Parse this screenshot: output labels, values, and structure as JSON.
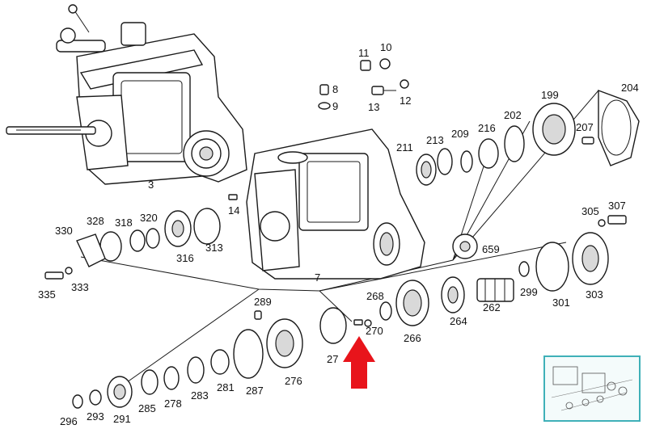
{
  "labels": {
    "p3": "3",
    "p7": "7",
    "p8": "8",
    "p9": "9",
    "p10": "10",
    "p11": "11",
    "p12": "12",
    "p13": "13",
    "p14": "14",
    "p199": "199",
    "p202": "202",
    "p204": "204",
    "p207": "207",
    "p209": "209",
    "p211": "211",
    "p213": "213",
    "p216": "216",
    "p262": "262",
    "p264": "264",
    "p266": "266",
    "p268": "268",
    "p270": "270",
    "p27x": "27",
    "p276": "276",
    "p278": "278",
    "p281": "281",
    "p283": "283",
    "p285": "285",
    "p287": "287",
    "p289": "289",
    "p291": "291",
    "p293": "293",
    "p296": "296",
    "p299": "299",
    "p301": "301",
    "p303": "303",
    "p305": "305",
    "p307": "307",
    "p313": "313",
    "p316": "316",
    "p318": "318",
    "p320": "320",
    "p328": "328",
    "p330": "330",
    "p333": "333",
    "p335": "335",
    "p659": "659"
  },
  "colors": {
    "arrow": "#e8141b",
    "thumbnail_border": "#3fb0b8"
  },
  "icons": {
    "pointer": "red-arrow-up-icon",
    "thumbnail": "overview-thumbnail"
  }
}
